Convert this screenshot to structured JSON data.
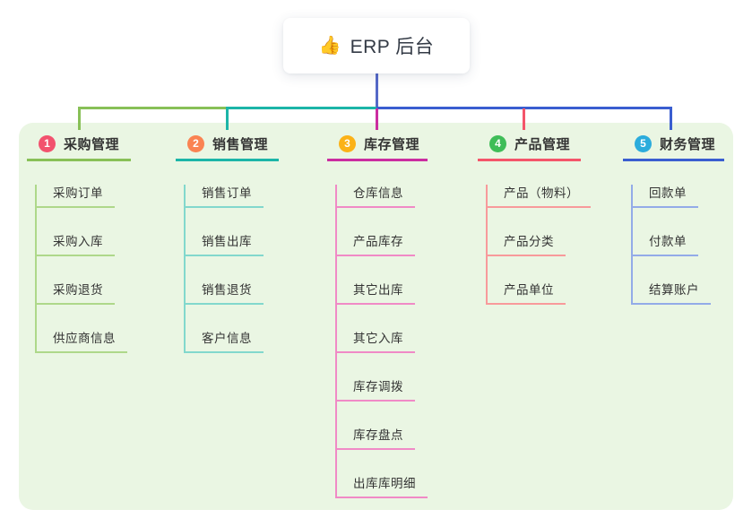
{
  "root": {
    "icon": "👍",
    "title": "ERP 后台"
  },
  "panel_color": "#eaf6e3",
  "root_connector_color": "#5569c8",
  "branches": [
    {
      "index": "1",
      "title": "采购管理",
      "color": "#88c057",
      "light": "#aed88a",
      "badge": "#f2526e",
      "children": [
        "采购订单",
        "采购入库",
        "采购退货",
        "供应商信息"
      ]
    },
    {
      "index": "2",
      "title": "销售管理",
      "color": "#1cb5a8",
      "light": "#82d8cd",
      "badge": "#fa8352",
      "children": [
        "销售订单",
        "销售出库",
        "销售退货",
        "客户信息"
      ]
    },
    {
      "index": "3",
      "title": "库存管理",
      "color": "#cb2da0",
      "light": "#f08ac6",
      "badge": "#fbb217",
      "children": [
        "仓库信息",
        "产品库存",
        "其它出库",
        "其它入库",
        "库存调拨",
        "库存盘点",
        "出库库明细"
      ]
    },
    {
      "index": "4",
      "title": "产品管理",
      "color": "#f4556a",
      "light": "#f89a9b",
      "badge": "#3fbd58",
      "children": [
        "产品（物料）",
        "产品分类",
        "产品单位"
      ]
    },
    {
      "index": "5",
      "title": "财务管理",
      "color": "#3a5ed0",
      "light": "#93abe8",
      "badge": "#2bacdc",
      "children": [
        "回款单",
        "付款单",
        "结算账户"
      ]
    }
  ]
}
